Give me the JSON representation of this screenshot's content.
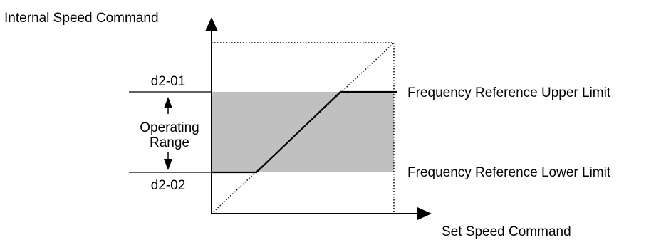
{
  "labels": {
    "y_axis": "Internal Speed Command",
    "x_axis": "Set Speed Command",
    "upper_param": "d2-01",
    "lower_param": "d2-02",
    "range_line1": "Operating",
    "range_line2": "Range",
    "upper_limit": "Frequency Reference Upper Limit",
    "lower_limit": "Frequency Reference Lower Limit"
  },
  "colors": {
    "line": "#000000",
    "band_fill": "#c0c0c0",
    "background": "#ffffff"
  }
}
